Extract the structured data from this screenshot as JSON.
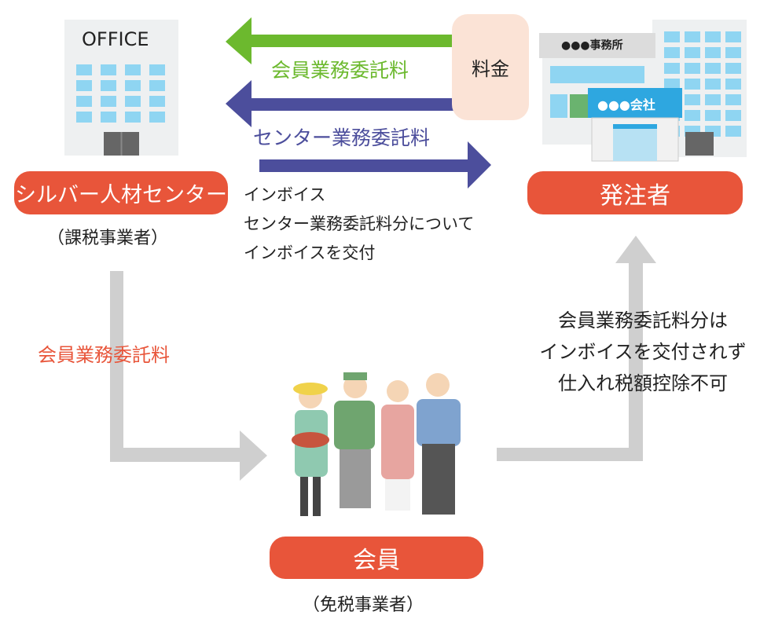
{
  "office_building": {
    "sign": "OFFICE"
  },
  "client_buildings": {
    "office_sign": "●●●事務所",
    "company_sign": "●●●会社"
  },
  "fee_box": {
    "label": "料金"
  },
  "arrows": {
    "member_fee_top": "会員業務委託料",
    "center_fee": "センター業務委託料",
    "member_fee_left": "会員業務委託料"
  },
  "invoice_note": [
    "インボイス",
    "センター業務委託料分について",
    "インボイスを交付"
  ],
  "right_note": [
    "会員業務委託料分は",
    "インボイスを交付されず",
    "仕入れ税額控除不可"
  ],
  "nodes": {
    "silver_center": {
      "label": "シルバー人材センター",
      "sub": "（課税事業者）"
    },
    "client": {
      "label": "発注者"
    },
    "member": {
      "label": "会員",
      "sub": "（免税事業者）"
    }
  },
  "colors": {
    "green": "#6cb92e",
    "blue": "#4c4e9c",
    "orange": "#e8553a",
    "fee_bg": "#fbe3d6",
    "gray_arrow": "#cfcfcf",
    "red_text": "#e8553a"
  }
}
